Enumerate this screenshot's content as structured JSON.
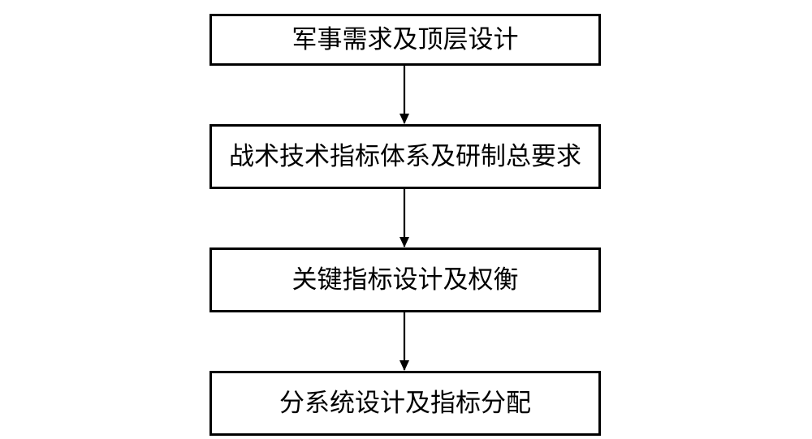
{
  "diagram": {
    "steps": [
      {
        "label": "军事需求及顶层设计"
      },
      {
        "label": "战术技术指标体系及研制总要求"
      },
      {
        "label": "关键指标设计及权衡"
      },
      {
        "label": "分系统设计及指标分配"
      }
    ],
    "line_color": "#000000",
    "box_fill": "#ffffff"
  }
}
